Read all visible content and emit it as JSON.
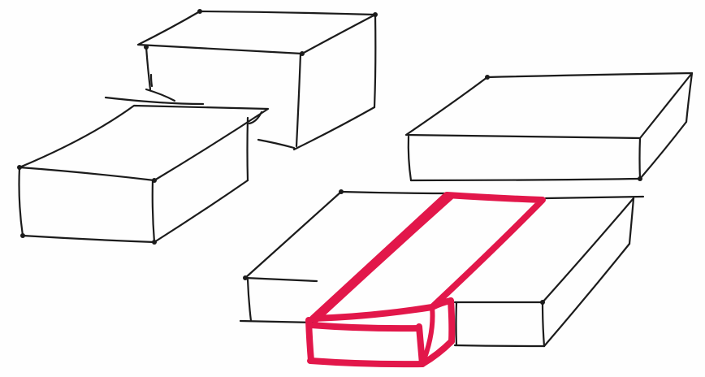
{
  "colors": {
    "background": "#fefefe",
    "ink": "#1b1b1b",
    "highlight": "#e2174a"
  },
  "drawing": {
    "boxes": [
      {
        "name": "box-top-left",
        "highlighted": false
      },
      {
        "name": "box-left",
        "highlighted": false
      },
      {
        "name": "box-top-right",
        "highlighted": false
      },
      {
        "name": "box-bottom-center",
        "highlighted": false
      },
      {
        "name": "box-bottom-right",
        "highlighted": false
      },
      {
        "name": "bar-highlighted",
        "highlighted": true
      }
    ]
  }
}
